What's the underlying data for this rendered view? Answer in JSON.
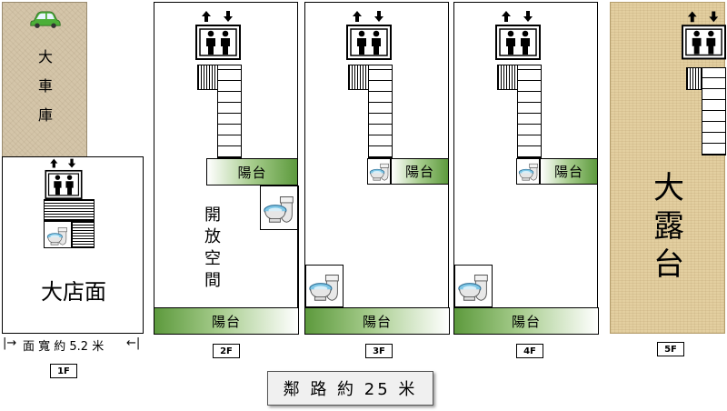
{
  "floor1": {
    "garage_label": [
      "大",
      "車",
      "庫"
    ],
    "shop_label": "大店面",
    "width_text": "面 寬 約 5.2 米",
    "tag": "1F"
  },
  "floor2": {
    "open_space": [
      "開",
      "放",
      "空",
      "間"
    ],
    "balcony_top": "陽台",
    "balcony_bottom": "陽台",
    "tag": "2F"
  },
  "floor3": {
    "balcony_top": "陽台",
    "balcony_bottom": "陽台",
    "tag": "3F"
  },
  "floor4": {
    "balcony_top": "陽台",
    "balcony_bottom": "陽台",
    "tag": "4F"
  },
  "floor5": {
    "terrace_label": [
      "大",
      "露",
      "台"
    ],
    "tag": "5F"
  },
  "road": {
    "text": "鄰 路 約 25 米"
  },
  "colors": {
    "balcony_green": "#5d9a3d",
    "garage": "#d4c5a9",
    "terrace": "#e3cfa0"
  },
  "icons": [
    "elevator-icon",
    "toilet-icon",
    "car-icon",
    "stairs-icon"
  ]
}
